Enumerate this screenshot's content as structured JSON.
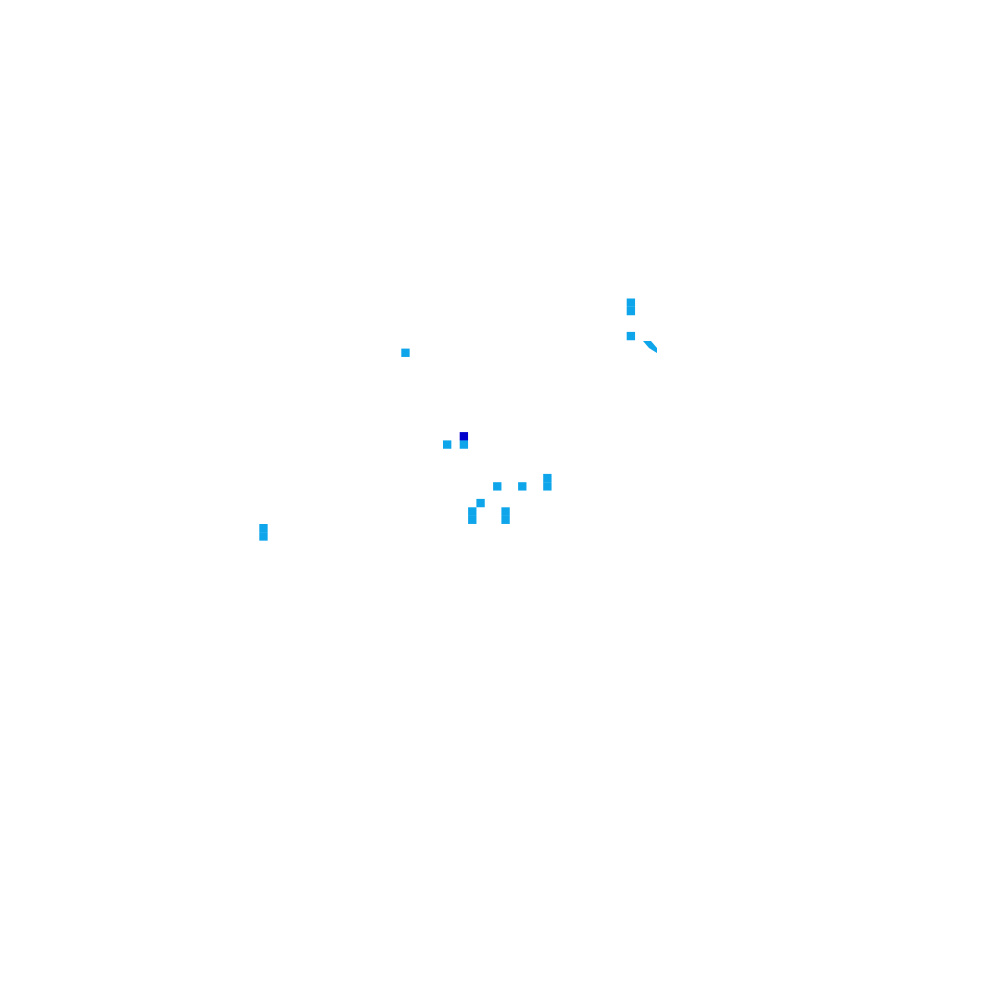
{
  "map": {
    "background": "#ffffff",
    "colors": {
      "light": "#0ea5ea",
      "dark": "#0000cc"
    },
    "cells": [
      {
        "id": "cell-1",
        "col": 2,
        "row": 6,
        "level": "dark"
      },
      {
        "id": "cell-2",
        "col": 0,
        "row": 7,
        "level": "light"
      },
      {
        "id": "cell-3",
        "col": 2,
        "row": 7,
        "level": "light"
      },
      {
        "id": "cell-4",
        "col": 6,
        "row": 12,
        "level": "light"
      },
      {
        "id": "cell-5",
        "col": 9,
        "row": 12,
        "level": "light"
      },
      {
        "id": "cell-6",
        "col": 12,
        "row": 11,
        "level": "light"
      },
      {
        "id": "cell-7",
        "col": 12,
        "row": 12,
        "level": "light"
      },
      {
        "id": "cell-8",
        "col": 4,
        "row": 14,
        "level": "light"
      },
      {
        "id": "cell-9",
        "col": 3,
        "row": 15,
        "level": "light"
      },
      {
        "id": "cell-10",
        "col": 3,
        "row": 16,
        "level": "light"
      },
      {
        "id": "cell-11",
        "col": 7,
        "row": 15,
        "level": "light"
      },
      {
        "id": "cell-12",
        "col": 7,
        "row": 16,
        "level": "light"
      },
      {
        "id": "cell-13",
        "col": -22,
        "row": 17,
        "level": "light"
      },
      {
        "id": "cell-14",
        "col": -22,
        "row": 18,
        "level": "light"
      },
      {
        "id": "cell-15",
        "col": -5,
        "row": -4,
        "level": "light"
      },
      {
        "id": "cell-16",
        "col": 22,
        "row": -10,
        "level": "light"
      },
      {
        "id": "cell-17",
        "col": 22,
        "row": -9,
        "level": "light"
      },
      {
        "id": "cell-18",
        "col": 22,
        "row": -6,
        "level": "light"
      }
    ],
    "diagonals": [
      {
        "id": "diag-1",
        "level": "light"
      }
    ]
  }
}
